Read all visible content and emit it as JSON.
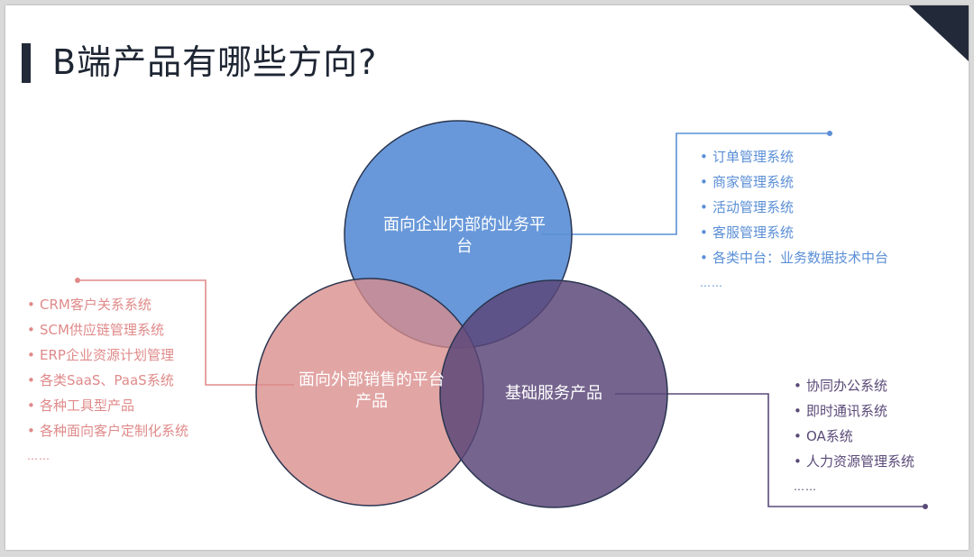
{
  "title": "B端产品有哪些方向?",
  "colors": {
    "accent_dark": "#222a3a",
    "blue": "#5b8fd6",
    "pink": "#e08a8a",
    "purple": "#5a4a78"
  },
  "circles": {
    "top": {
      "label": "面向企业内部的业务平台",
      "color": "#5b8fd6"
    },
    "left": {
      "label": "面向外部销售的平台产品",
      "color": "#d98c8a"
    },
    "right": {
      "label": "基础服务产品",
      "color": "#5a4678"
    }
  },
  "lists": {
    "blue": {
      "items": [
        "订单管理系统",
        "商家管理系统",
        "活动管理系统",
        "客服管理系统",
        "各类中台：业务数据技术中台"
      ],
      "more": "……"
    },
    "pink": {
      "items": [
        "CRM客户关系系统",
        "SCM供应链管理系统",
        "ERP企业资源计划管理",
        "各类SaaS、PaaS系统",
        "各种工具型产品",
        "各种面向客户定制化系统"
      ],
      "more": "……"
    },
    "purple": {
      "items": [
        "协同办公系统",
        "即时通讯系统",
        "OA系统",
        "人力资源管理系统"
      ],
      "more": "……"
    }
  },
  "bullet": "•"
}
